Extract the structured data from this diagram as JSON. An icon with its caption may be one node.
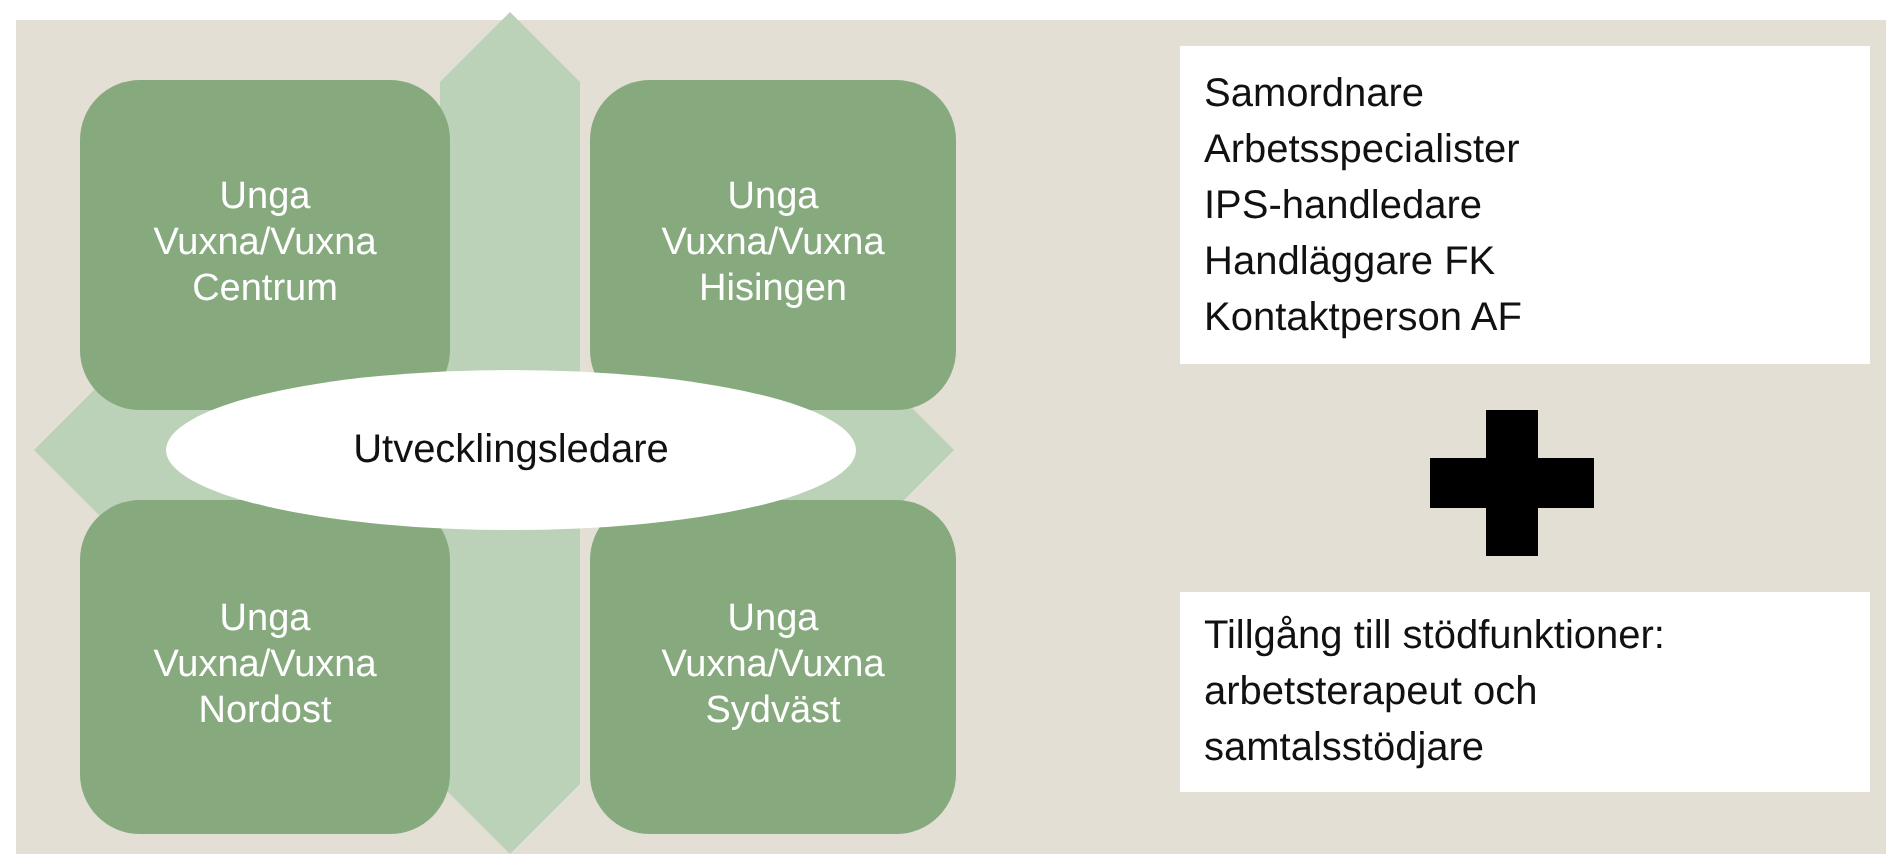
{
  "diagram": {
    "nodes": [
      {
        "text": [
          "Unga Vuxna/Vuxna Centrum"
        ]
      },
      {
        "text": [
          "Unga Vuxna/Vuxna Hisingen"
        ]
      },
      {
        "text": [
          "Unga Vuxna/Vuxna Nordost"
        ]
      },
      {
        "text": [
          "Unga Vuxna/Vuxna Sydväst"
        ]
      },
      {
        "text": [
          "Utvecklingsledare"
        ]
      },
      {
        "text": [
          "Samordnare",
          "Arbetsspecialister",
          "IPS-handledare",
          "Handläggare FK",
          "Kontaktperson AF"
        ]
      },
      {
        "text": [
          "Tillgång till stödfunktioner: arbetsterapeut och samtalsstödjare"
        ]
      }
    ]
  }
}
